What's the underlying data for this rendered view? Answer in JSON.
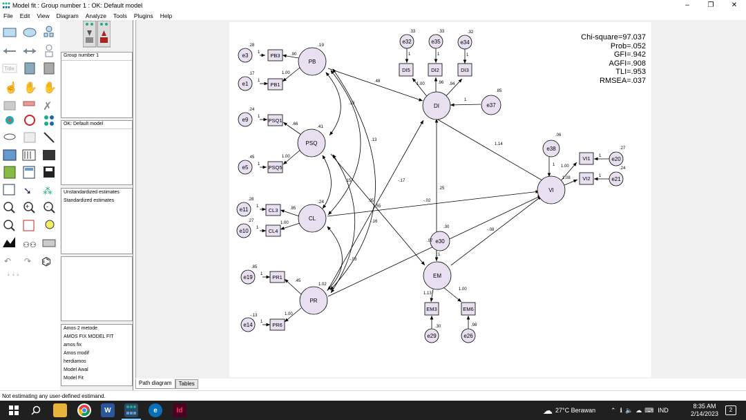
{
  "window": {
    "title": "Model fit : Group number 1 : OK: Default model",
    "minimize": "–",
    "maximize": "❐",
    "close": "✕"
  },
  "menu": [
    "File",
    "Edit",
    "View",
    "Diagram",
    "Analyze",
    "Tools",
    "Plugins",
    "Help"
  ],
  "panel": {
    "groups_item": "Group number 1",
    "models_item": "OK: Default model",
    "estimates": [
      "Unstandardized estimates",
      "Standardized estimates"
    ],
    "files": [
      "Amos 2 metode",
      "AMOS FIX MODEL FIT",
      "amos fix",
      "Amos modif",
      "herdiamos",
      "Model Awal",
      "Model Fit"
    ]
  },
  "tabs": {
    "path_diagram": "Path diagram",
    "tables": "Tables"
  },
  "status": "Not estimating any user-defined estimand.",
  "fit_stats": [
    "Chi-square=97.037",
    "Prob=.052",
    "GFI=.942",
    "AGFI=.908",
    "TLI=.953",
    "RMSEA=.037"
  ],
  "diagram": {
    "latent": [
      {
        "id": "PB",
        "label": "PB",
        "value": ".19"
      },
      {
        "id": "PSQ",
        "label": "PSQ",
        "value": ".41"
      },
      {
        "id": "CL",
        "label": "CL",
        "value": ".24"
      },
      {
        "id": "PR",
        "label": "PR",
        "value": ""
      },
      {
        "id": "DI",
        "label": "DI",
        "value": ""
      },
      {
        "id": "VI",
        "label": "VI",
        "value": ""
      },
      {
        "id": "EM",
        "label": "EM",
        "value": ""
      }
    ],
    "observed": [
      "PB3",
      "PB1",
      "PSQ1",
      "PSQ5",
      "CL3",
      "CL4",
      "PR1",
      "PR6",
      "DI5",
      "DI2",
      "DI3",
      "VI1",
      "VI2",
      "EM3",
      "EM6"
    ],
    "errors": [
      "e3",
      "e1",
      "e9",
      "e5",
      "e11",
      "e10",
      "e19",
      "e14",
      "e32",
      "e35",
      "e34",
      "e37",
      "e38",
      "e20",
      "e21",
      "e30",
      "e29",
      "e26"
    ],
    "path_labels": [
      ".28",
      "1",
      ".90",
      ".17",
      "1",
      "1.00",
      ".24",
      "1",
      ".66",
      ".45",
      "1",
      "1.00",
      ".28",
      "1",
      ".85",
      ".27",
      "1",
      "1.00",
      ".85",
      "1",
      ".45",
      "-.13",
      "1",
      "1.00",
      ".33",
      ".33",
      ".32",
      "1",
      "1",
      "1",
      "1.00",
      ".96",
      ".94",
      ".48",
      ".85",
      "1",
      ".15",
      ".13",
      "-.17",
      ".15",
      ".95",
      ".55",
      "-.16",
      "-.03",
      "1.02",
      ".25",
      "-.02",
      "-.08",
      "1.14",
      ".06",
      "1",
      "1.00",
      "1.08",
      ".27",
      "1",
      ".24",
      "1",
      ".30",
      ".07",
      "1",
      "1.13",
      "1.00",
      ".30",
      ".98"
    ]
  },
  "taskbar": {
    "weather": "27°C  Berawan",
    "lang": "IND",
    "time": "8:35 AM",
    "date": "2/14/2023",
    "notif": "2"
  }
}
